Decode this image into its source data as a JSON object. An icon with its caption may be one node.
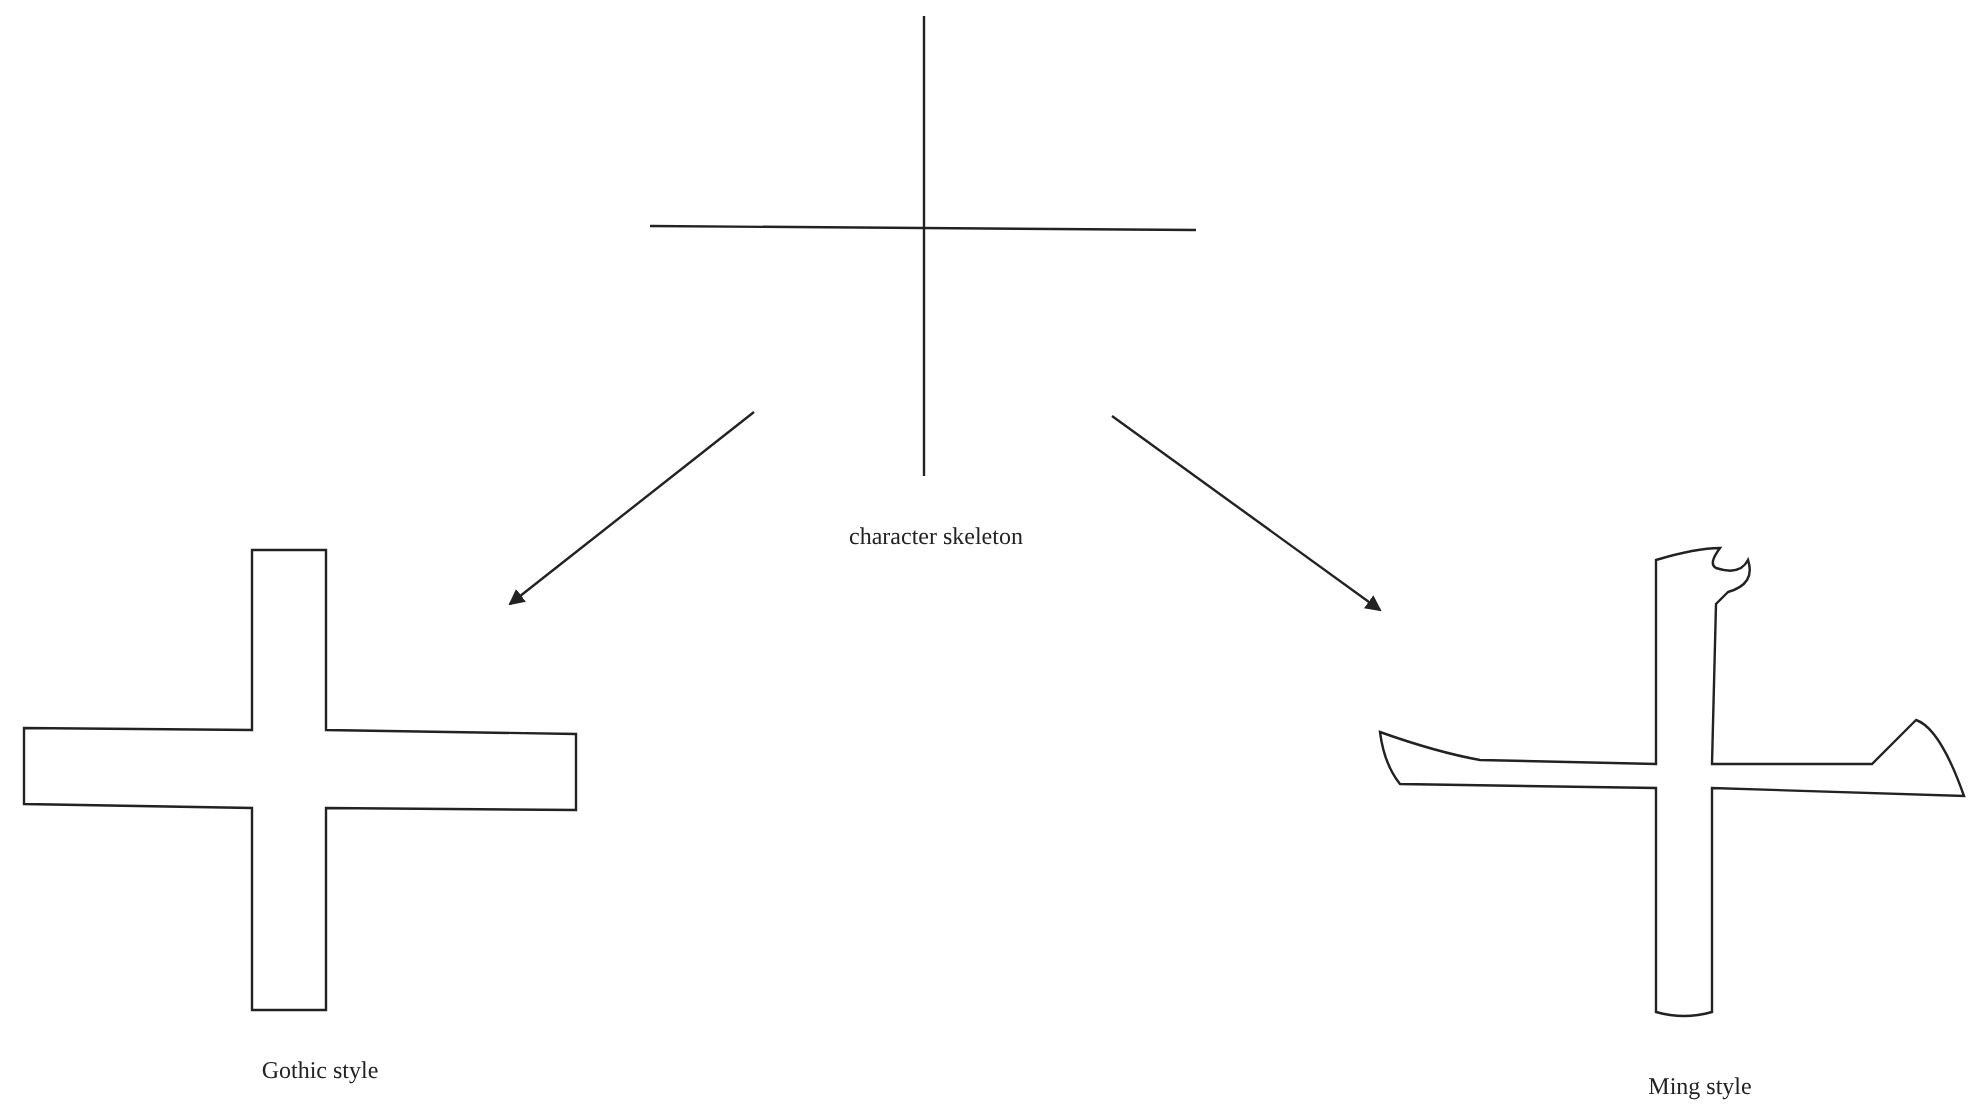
{
  "diagram": {
    "nodes": [
      {
        "text": [
          "character skeleton"
        ]
      },
      {
        "text": [
          "Gothic style"
        ]
      },
      {
        "text": [
          "Ming style"
        ]
      }
    ],
    "edges": [
      {
        "from": 0,
        "to": 1,
        "arrow": "to"
      },
      {
        "from": 0,
        "to": 2,
        "arrow": "to"
      }
    ]
  }
}
